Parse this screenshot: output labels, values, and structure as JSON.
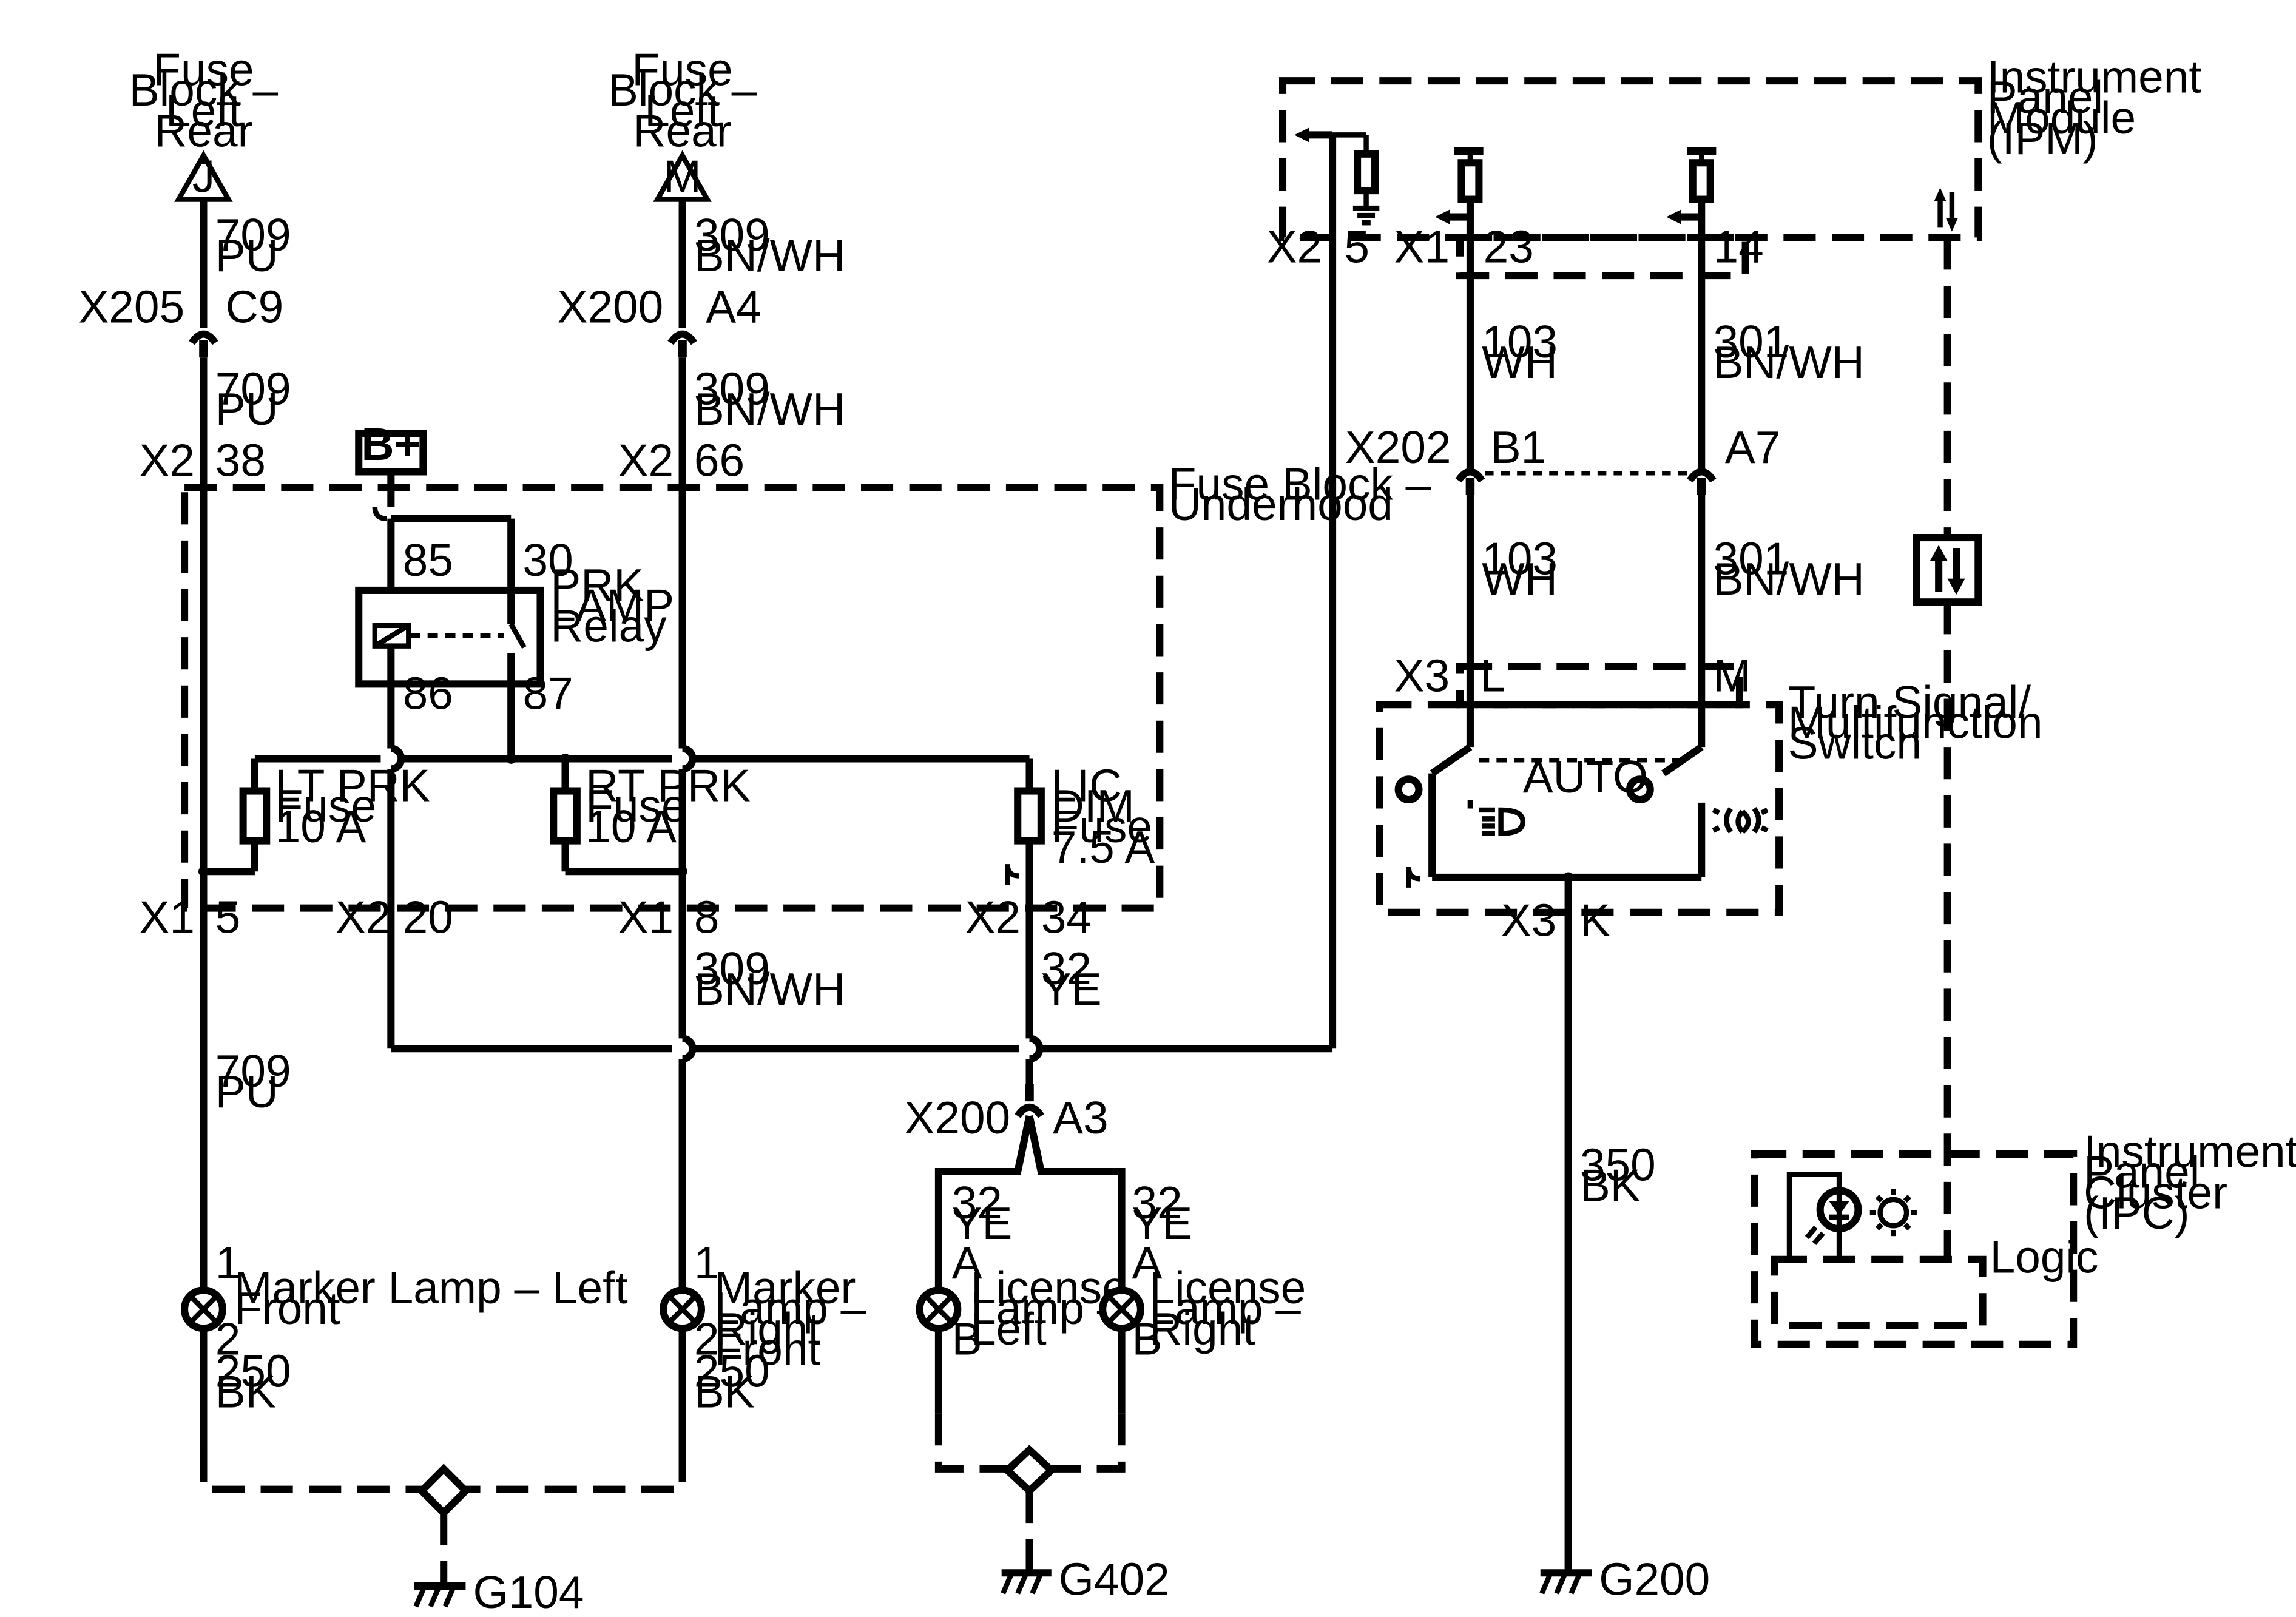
{
  "sources": {
    "left": {
      "label": [
        "Fuse",
        "Block –",
        "Left",
        "Rear"
      ],
      "letter": "J"
    },
    "mid": {
      "label": [
        "Fuse",
        "Block –",
        "Left",
        "Rear"
      ],
      "letter": "M"
    },
    "bplus": "B+"
  },
  "modules": {
    "ipm": [
      "Instrument",
      "Panel",
      "Module",
      "(IPM)"
    ],
    "fuse_block": [
      "Fuse Block –",
      "Underhood"
    ],
    "turn_switch": [
      "Turn Signal/",
      "Multifunction",
      "Switch"
    ],
    "ipc": [
      "Instrument",
      "Panel",
      "Cluster",
      "(IPC)"
    ],
    "logic": "Logic"
  },
  "relay": {
    "label": [
      "PRK",
      "LAMP",
      "Relay"
    ],
    "pins": [
      "85",
      "30",
      "86",
      "87"
    ]
  },
  "fuses": [
    {
      "label": [
        "LT PRK",
        "Fuse",
        "10 A"
      ]
    },
    {
      "label": [
        "RT PRK",
        "Fuse",
        "10 A"
      ]
    },
    {
      "label": [
        "LIC",
        "DIM",
        "Fuse",
        "7.5 A"
      ]
    }
  ],
  "wires": {
    "w709a": [
      "709",
      "PU"
    ],
    "w709b": [
      "709",
      "PU"
    ],
    "w709c": [
      "709",
      "PU"
    ],
    "w309a": [
      "309",
      "BN/WH"
    ],
    "w309b": [
      "309",
      "BN/WH"
    ],
    "w309c": [
      "309",
      "BN/WH"
    ],
    "w32a": [
      "32",
      "YE"
    ],
    "w32b": [
      "32",
      "YE"
    ],
    "w32c": [
      "32",
      "YE"
    ],
    "w103a": [
      "103",
      "WH"
    ],
    "w103b": [
      "103",
      "WH"
    ],
    "w301a": [
      "301",
      "BN/WH"
    ],
    "w301b": [
      "301",
      "BN/WH"
    ],
    "w250a": [
      "250",
      "BK"
    ],
    "w250b": [
      "250",
      "BK"
    ],
    "w350": [
      "350",
      "BK"
    ]
  },
  "connectors": {
    "x205": "X205",
    "c9": "C9",
    "x200a": "X200",
    "a4": "A4",
    "x2_38": "X2",
    "p38": "38",
    "x2_66": "X2",
    "p66": "66",
    "x1_5": "X1",
    "p5": "5",
    "x2_20": "X2",
    "p20": "20",
    "x1_8": "X1",
    "p8": "8",
    "x2_34": "X2",
    "p34": "34",
    "x200b": "X200",
    "a3": "A3",
    "x2_ipm": "X2",
    "p5_ipm": "5",
    "x1_ipm": "X1",
    "p23": "23",
    "p14": "14",
    "x202": "X202",
    "b1": "B1",
    "a7": "A7",
    "x3a": "X3",
    "pl": "L",
    "pm": "M",
    "x3b": "X3",
    "pk": "K"
  },
  "switch": {
    "auto": "AUTO"
  },
  "lamps": [
    {
      "label": [
        "Marker Lamp – Left",
        "Front"
      ],
      "pin_top": "1",
      "pin_bot": "2"
    },
    {
      "label": [
        "Marker",
        "Lamp –",
        "Right",
        "Front"
      ],
      "pin_top": "1",
      "pin_bot": "2"
    },
    {
      "label": [
        "License",
        "Lamp –",
        "Left"
      ],
      "pin_top": "A",
      "pin_bot": "B"
    },
    {
      "label": [
        "License",
        "Lamp –",
        "Right"
      ],
      "pin_top": "A",
      "pin_bot": "B"
    }
  ],
  "grounds": [
    "G104",
    "G402",
    "G200"
  ]
}
